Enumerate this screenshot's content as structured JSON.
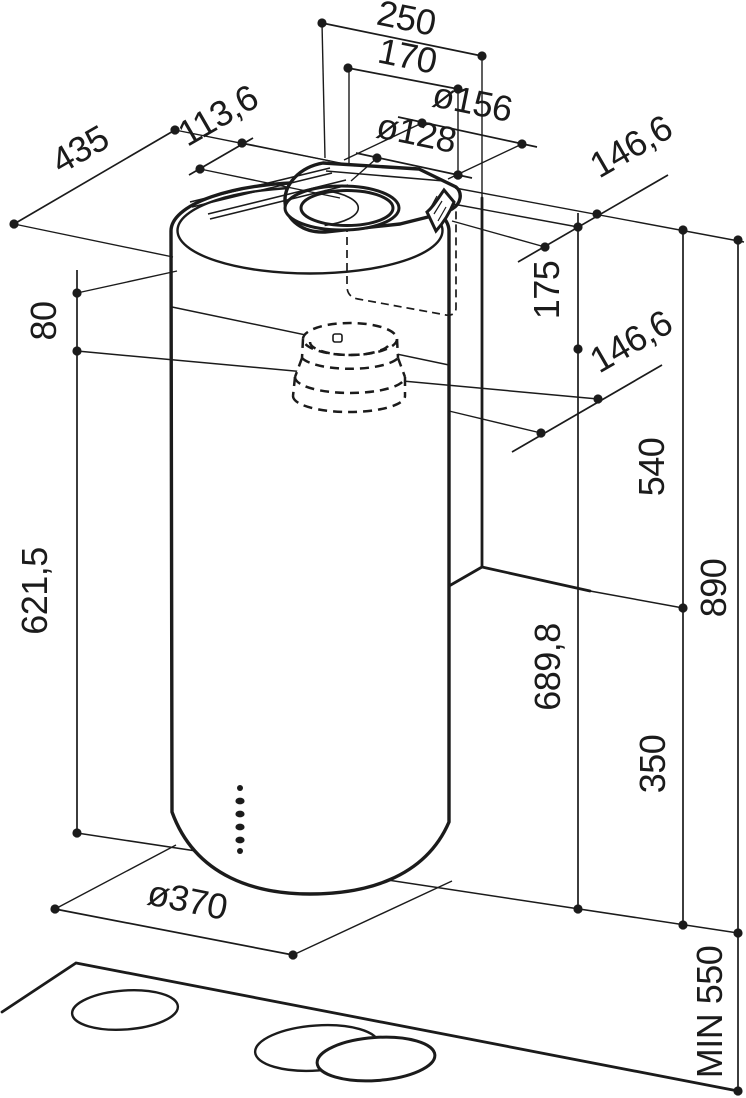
{
  "drawing": {
    "type": "range-hood installation dimension drawing",
    "colors": {
      "ink": "#1b1b1b",
      "paper": "#ffffff"
    }
  },
  "labels": {
    "top_width_outer": "250",
    "top_width_inner": "170",
    "flue_outer_dia": "ø156",
    "flue_inner_dia": "ø128",
    "depth_total": "435",
    "depth_offset": "113,6",
    "offset_upper": "146,6",
    "collar_height": "175",
    "offset_lower": "146,6",
    "height_upper": "540",
    "rim_band": "80",
    "body_height": "621,5",
    "height_mid": "689,8",
    "height_lower": "350",
    "height_total": "890",
    "body_dia": "ø370",
    "min_clearance": "MIN 550"
  }
}
